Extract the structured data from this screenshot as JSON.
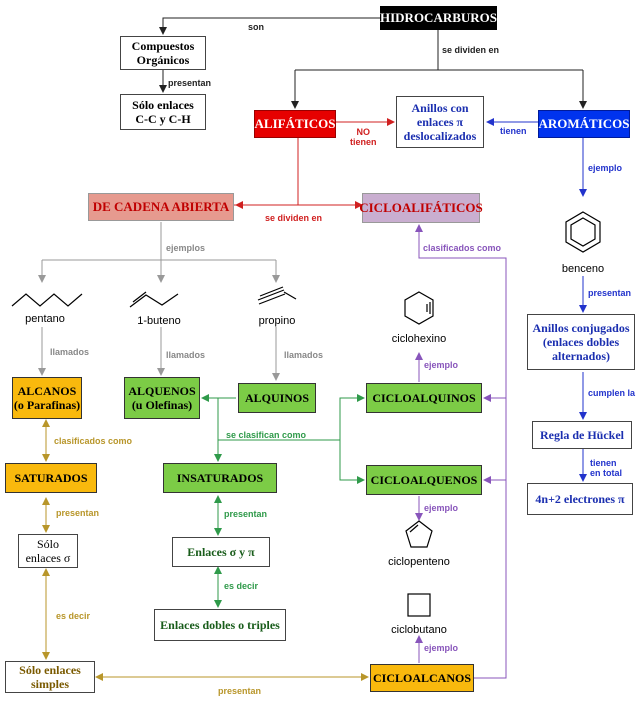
{
  "nodes": {
    "hidrocarburos": "HIDROCARBUROS",
    "compuestos_organicos": "Compuestos\nOrgánicos",
    "solo_enlaces_cc": "Sólo enlaces\nC-C y C-H",
    "alifaticos": "ALIFÁTICOS",
    "anillos_pi": "Anillos con\nenlaces π\ndeslocalizados",
    "aromaticos": "AROMÁTICOS",
    "cadena_abierta": "DE CADENA ABIERTA",
    "cicloalifaticos": "CICLOALIFÁTICOS",
    "anillos_conjugados": "Anillos conjugados\n(enlaces dobles\nalternados)",
    "regla_huckel": "Regla de Hückel",
    "electrones": "4n+2 electrones π",
    "alcanos": "ALCANOS\n(o Parafinas)",
    "alquenos": "ALQUENOS\n(u Olefinas)",
    "alquinos": "ALQUINOS",
    "cicloalquinos": "CICLOALQUINOS",
    "cicloalquenos": "CICLOALQUENOS",
    "saturados": "SATURADOS",
    "insaturados": "INSATURADOS",
    "solo_enlaces_sigma": "Sólo\nenlaces σ",
    "enlaces_sigma_pi": "Enlaces σ y π",
    "enlaces_dobles_triples": "Enlaces dobles o triples",
    "solo_enlaces_simples": "Sólo enlaces\nsimples",
    "cicloalcanos": "CICLOALCANOS"
  },
  "molecules": {
    "pentano": "pentano",
    "buteno": "1-buteno",
    "propino": "propino",
    "benceno": "benceno",
    "ciclohexino": "ciclohexino",
    "ciclopenteno": "ciclopenteno",
    "ciclobutano": "ciclobutano"
  },
  "labels": {
    "son": "son",
    "se_dividen_en_top": "se dividen en",
    "presentan_1": "presentan",
    "no_tienen": "NO\ntienen",
    "tienen_1": "tienen",
    "ejemplo_benceno": "ejemplo",
    "se_dividen_en_mid": "se dividen en",
    "ejemplos": "ejemplos",
    "clasificados_como_1": "clasificados como",
    "presentan_2": "presentan",
    "cumplen_la": "cumplen la",
    "tienen_en_total": "tienen\nen total",
    "llamados_1": "llamados",
    "llamados_2": "llamados",
    "llamados_3": "llamados",
    "ejemplo_ciclohexino": "ejemplo",
    "se_clasifican_como": "se clasifican como",
    "clasificados_como_2": "clasificados como",
    "ejemplo_ciclopenteno": "ejemplo",
    "presentan_3": "presentan",
    "presentan_4": "presentan",
    "es_decir_1": "es decir",
    "es_decir_2": "es decir",
    "ejemplo_ciclobutano": "ejemplo",
    "presentan_5": "presentan"
  },
  "colors": {
    "black_line": "#222222",
    "red_line": "#d02020",
    "blue_line": "#2233cc",
    "gray_line": "#999999",
    "purple_line": "#8855bb",
    "gold_line": "#b8962a",
    "green_line": "#2f9a4a"
  }
}
